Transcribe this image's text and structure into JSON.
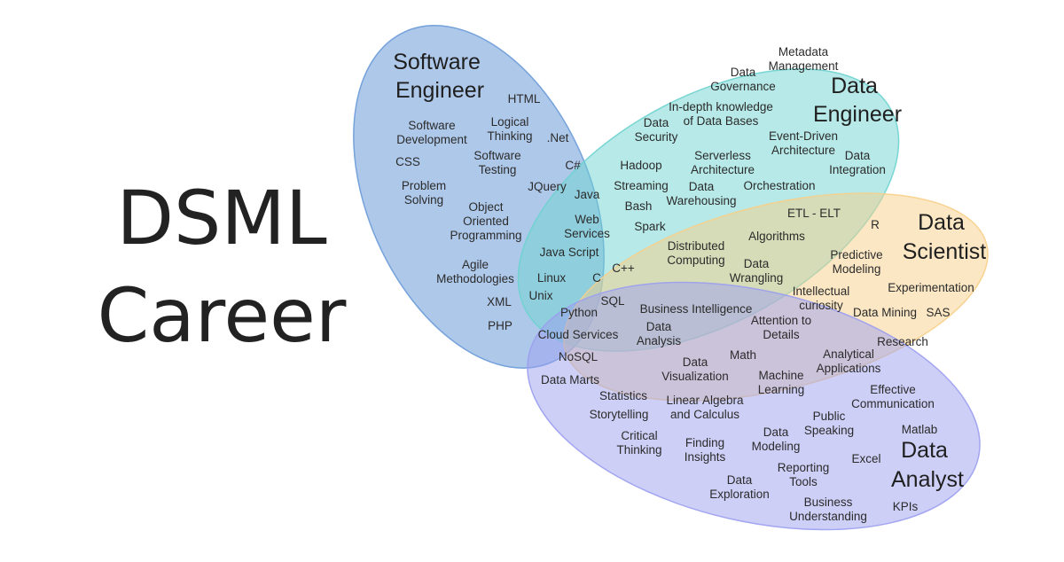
{
  "title": {
    "line1": "DSML",
    "line2": "Career"
  },
  "roles": {
    "software_engineer": {
      "line1": "Software",
      "line2": "Engineer",
      "color": "#6b9bd8"
    },
    "data_engineer": {
      "line1": "Data",
      "line2": "Engineer",
      "color": "#6dd3cf"
    },
    "data_scientist": {
      "line1": "Data",
      "line2": "Scientist",
      "color": "#f7cf8a"
    },
    "data_analyst": {
      "line1": "Data",
      "line2": "Analyst",
      "color": "#9b9ff0"
    }
  },
  "terms": [
    [
      "HTML"
    ],
    [
      "Software",
      "Development"
    ],
    [
      "Logical",
      "Thinking"
    ],
    [
      ".Net"
    ],
    [
      "CSS"
    ],
    [
      "Software",
      "Testing"
    ],
    [
      "C#"
    ],
    [
      "Problem",
      "Solving"
    ],
    [
      "JQuery"
    ],
    [
      "Object",
      "Oriented",
      "Programming"
    ],
    [
      "Java"
    ],
    [
      "Web",
      "Services"
    ],
    [
      "Java Script"
    ],
    [
      "Agile",
      "Methodologies"
    ],
    [
      "Linux"
    ],
    [
      "C"
    ],
    [
      "C++"
    ],
    [
      "XML"
    ],
    [
      "Unix"
    ],
    [
      "SQL"
    ],
    [
      "Python"
    ],
    [
      "PHP"
    ],
    [
      "Cloud Services"
    ],
    [
      "NoSQL"
    ],
    [
      "Metadata",
      "Management"
    ],
    [
      "Data",
      "Governance"
    ],
    [
      "In-depth knowledge",
      "of Data Bases"
    ],
    [
      "Data",
      "Security"
    ],
    [
      "Event-Driven",
      "Architecture"
    ],
    [
      "Data",
      "Integration"
    ],
    [
      "Hadoop"
    ],
    [
      "Serverless",
      "Architecture"
    ],
    [
      "Streaming"
    ],
    [
      "Data",
      "Warehousing"
    ],
    [
      "Orchestration"
    ],
    [
      "Bash"
    ],
    [
      "Spark"
    ],
    [
      "ETL - ELT"
    ],
    [
      "R"
    ],
    [
      "Distributed",
      "Computing"
    ],
    [
      "Algorithms"
    ],
    [
      "Data",
      "Wrangling"
    ],
    [
      "Predictive",
      "Modeling"
    ],
    [
      "Intellectual",
      "curiosity"
    ],
    [
      "Experimentation"
    ],
    [
      "Data Mining"
    ],
    [
      "SAS"
    ],
    [
      "Business Intelligence"
    ],
    [
      "Data",
      "Analysis"
    ],
    [
      "Attention to",
      "Details"
    ],
    [
      "Research"
    ],
    [
      "Data",
      "Visualization"
    ],
    [
      "Math"
    ],
    [
      "Analytical",
      "Applications"
    ],
    [
      "Machine",
      "Learning"
    ],
    [
      "Data Marts"
    ],
    [
      "Statistics"
    ],
    [
      "Linear Algebra",
      "and Calculus"
    ],
    [
      "Storytelling"
    ],
    [
      "Effective",
      "Communication"
    ],
    [
      "Public",
      "Speaking"
    ],
    [
      "Matlab"
    ],
    [
      "Critical",
      "Thinking"
    ],
    [
      "Finding",
      "Insights"
    ],
    [
      "Data",
      "Modeling"
    ],
    [
      "Excel"
    ],
    [
      "Reporting",
      "Tools"
    ],
    [
      "Data",
      "Exploration"
    ],
    [
      "Business",
      "Understanding"
    ],
    [
      "KPIs"
    ]
  ]
}
